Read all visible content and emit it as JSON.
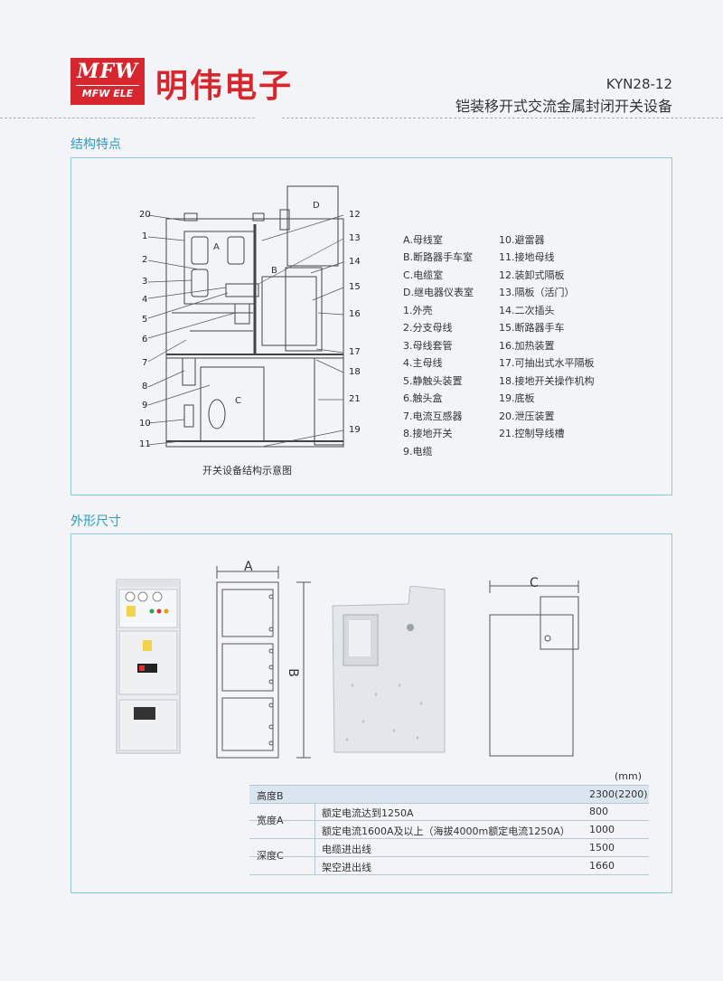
{
  "header": {
    "logo_text": "MFW",
    "logo_sub": "MFW ELE",
    "brand": "明伟电子",
    "model": "KYN28-12",
    "product": "铠装移开式交流金属封闭开关设备"
  },
  "sections": {
    "structure_title": "结构特点",
    "dimension_title": "外形尺寸"
  },
  "diagram": {
    "caption": "开关设备结构示意图",
    "zone_labels": [
      "A",
      "B",
      "C",
      "D"
    ],
    "callouts_left": [
      "20",
      "1",
      "2",
      "3",
      "4",
      "5",
      "6",
      "7",
      "8",
      "9",
      "10",
      "11"
    ],
    "callouts_right": [
      "12",
      "13",
      "14",
      "15",
      "16",
      "17",
      "18",
      "21",
      "19"
    ]
  },
  "legend": {
    "col1": [
      "A.母线室",
      "B.断路器手车室",
      "C.电缆室",
      "D.继电器仪表室",
      "1.外壳",
      "2.分支母线",
      "3.母线套管",
      "4.主母线",
      "5.静触头装置",
      "6.触头盒",
      "7.电流互感器",
      "8.接地开关",
      "9.电缆"
    ],
    "col2": [
      "10.避雷器",
      "11.接地母线",
      "12.装卸式隔板",
      "13.隔板（活门）",
      "14.二次插头",
      "15.断路器手车",
      "16.加热装置",
      "17.可抽出式水平隔板",
      "18.接地开关操作机构",
      "19.底板",
      "20.泄压装置",
      "21.控制导线槽"
    ]
  },
  "dims": {
    "a": "A",
    "b": "B",
    "c": "C"
  },
  "table": {
    "unit": "(mm)",
    "height_label": "高度B",
    "height_value": "2300(2200)",
    "width_label": "宽度A",
    "width_row1_cond": "额定电流达到1250A",
    "width_row1_value": "800",
    "width_row2_cond": "额定电流1600A及以上（海拔4000m额定电流1250A）",
    "width_row2_value": "1000",
    "depth_label": "深度C",
    "depth_row1_cond": "电缆进出线",
    "depth_row1_value": "1500",
    "depth_row2_cond": "架空进出线",
    "depth_row2_value": "1660"
  },
  "colors": {
    "brand_red": "#d7262d",
    "accent_teal": "#2a9ec4",
    "panel_border": "#8ccbdc"
  }
}
